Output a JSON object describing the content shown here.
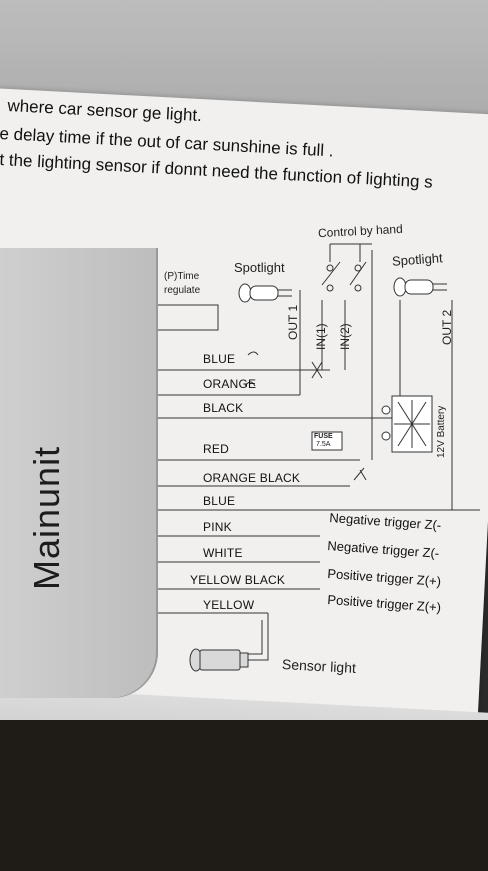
{
  "header_lines": [
    "where car sensor ge light.",
    "e delay time if the out of car sunshine is full .",
    "t the lighting sensor if donnt need the function of lighting s"
  ],
  "diagram": {
    "control_label": "Control by hand",
    "time_regulate": "(P)Time regulate",
    "spotlight_left": "Spotlight",
    "spotlight_right": "Spotlight",
    "out1": "OUT 1",
    "out2": "OUT 2",
    "in1": "IN(1)",
    "in2": "IN(2)",
    "battery": "12V Battery",
    "fuse": "FUSE",
    "fuse_rating": "7.5A",
    "main_unit": "Mainunit",
    "sensor_light": "Sensor light"
  },
  "wires": [
    "BLUE",
    "ORANGE",
    "BLACK",
    "RED",
    "ORANGE BLACK",
    "BLUE",
    "PINK",
    "WHITE",
    "YELLOW BLACK",
    "YELLOW"
  ],
  "triggers": [
    "Negative trigger Z(-",
    "Negative trigger Z(-",
    "Positive trigger Z(+)",
    "Positive trigger Z(+)"
  ]
}
